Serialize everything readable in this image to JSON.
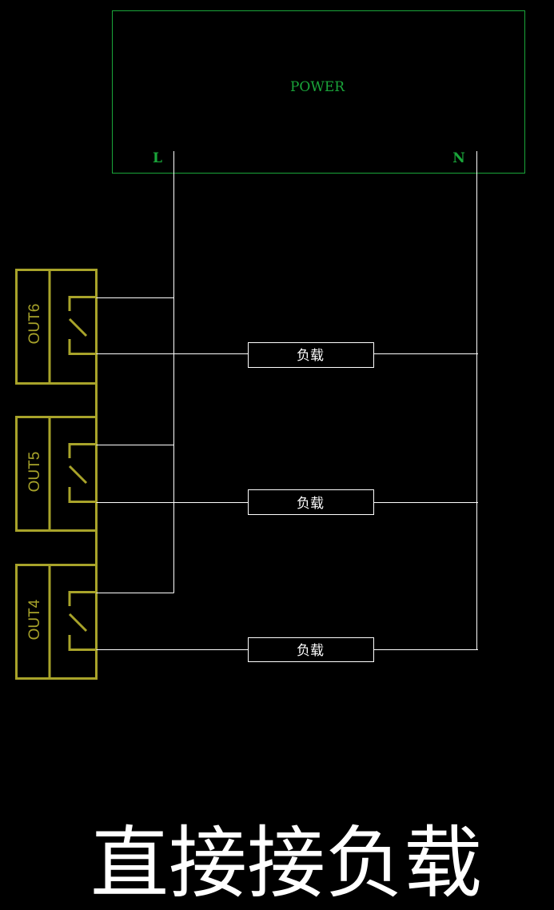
{
  "power_supply": {
    "label": "POWER",
    "terminal_l": "L",
    "terminal_n": "N"
  },
  "relay_outputs": [
    {
      "label": "OUT6"
    },
    {
      "label": "OUT5"
    },
    {
      "label": "OUT4"
    }
  ],
  "loads": [
    {
      "label": "负载"
    },
    {
      "label": "负载"
    },
    {
      "label": "负载"
    }
  ],
  "caption": "直接接负载",
  "colors": {
    "background": "#000000",
    "power_supply": "#1aa53a",
    "relay_module": "#a8a32a",
    "wiring": "#ffffff"
  }
}
